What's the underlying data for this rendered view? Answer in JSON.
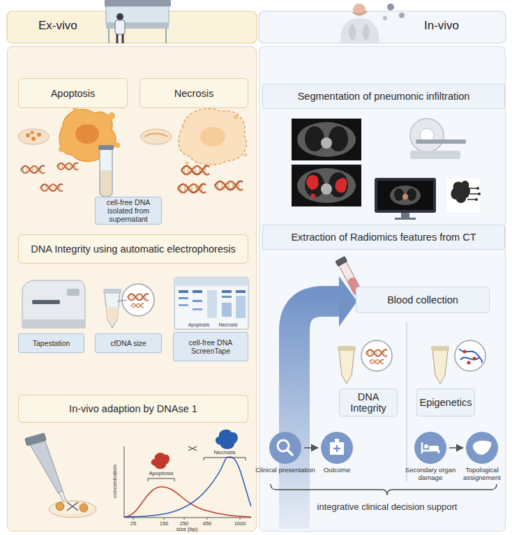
{
  "diagram": {
    "nodes": [
      {
        "text": [
          "Ex-vivo"
        ]
      },
      {
        "text": [
          "Apoptosis"
        ],
        "in": 0
      },
      {
        "text": [
          "Necrosis"
        ],
        "in": 0
      },
      {
        "text": [
          "cell-free DNA isolated from supernatant"
        ],
        "in": 0
      },
      {
        "text": [
          "DNA Integrity using automatic electrophoresis"
        ],
        "in": 0
      },
      {
        "text": [
          "Tapestation"
        ],
        "in": 0
      },
      {
        "text": [
          "cfDNA size"
        ],
        "in": 0
      },
      {
        "text": [
          "cell-free DNA ScreenTape"
        ],
        "in": 0
      },
      {
        "text": [
          "In-vivo adaption by DNAse 1"
        ],
        "in": 0
      },
      {
        "text": [
          "In-vivo"
        ]
      },
      {
        "text": [
          "Segmentation of pneumonic infiltration"
        ],
        "in": 9
      },
      {
        "text": [
          "Extraction of Radiomics features from CT"
        ],
        "in": 9
      },
      {
        "text": [
          "Blood collection"
        ],
        "in": 9
      },
      {
        "text": [
          "DNA Integrity"
        ],
        "in": 9
      },
      {
        "text": [
          "Epigenetics"
        ],
        "in": 9
      },
      {
        "text": [
          "Clinical presentation"
        ],
        "in": 9
      },
      {
        "text": [
          "Outcome"
        ],
        "in": 9
      },
      {
        "text": [
          "Secondary organ damage"
        ],
        "in": 9
      },
      {
        "text": [
          "Topological assignement"
        ],
        "in": 9
      }
    ],
    "edges": [
      {
        "from": 15,
        "to": 16,
        "arrow": "to"
      },
      {
        "from": 17,
        "to": 18,
        "arrow": "to"
      }
    ],
    "labels": [
      "Apoptosis",
      "Necrosis",
      "concentration",
      "size (bp)",
      "25",
      "150",
      "250",
      "450",
      "1000",
      "Apoptosis",
      "Necrosis",
      "integrative clinical decision support"
    ]
  }
}
